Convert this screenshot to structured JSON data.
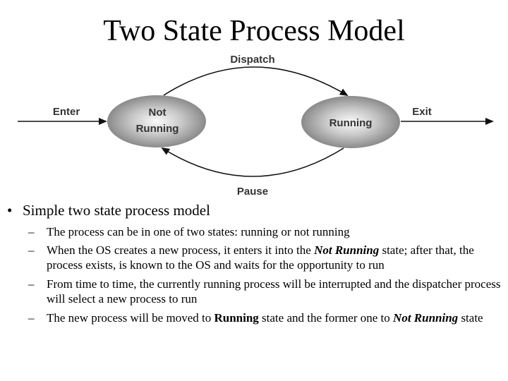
{
  "title": "Two State Process Model",
  "diagram": {
    "states": {
      "not_running_line1": "Not",
      "not_running_line2": "Running",
      "running": "Running"
    },
    "transitions": {
      "dispatch": "Dispatch",
      "pause": "Pause",
      "enter": "Enter",
      "exit": "Exit"
    }
  },
  "bullets": {
    "main": "Simple two state process model",
    "sub1": "The process can be in one of two states: running or not running",
    "sub2_a": "When the OS creates a new process, it enters it into the ",
    "sub2_b": "Not Running",
    "sub2_c": " state; after that, the process exists, is known to the OS and waits for the opportunity to run",
    "sub3": "From time to time, the currently running process will be interrupted and the dispatcher process will select a new process to run",
    "sub4_a": "The new process will be moved to ",
    "sub4_b": "Running",
    "sub4_c": " state and the former one to ",
    "sub4_d": "Not Running",
    "sub4_e": " state"
  }
}
